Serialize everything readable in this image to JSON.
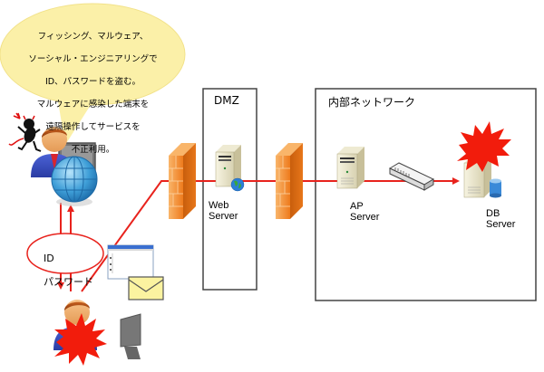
{
  "diagram": {
    "speech_bubble": {
      "text_lines": [
        "フィッシング、マルウェア、",
        "ソーシャル・エンジニアリングで",
        "ID、パスワードを盗む。",
        "マルウェアに感染した端末を",
        "遠隔操作してサービスを",
        "不正利用。"
      ],
      "fill_color": "#fbf0a8"
    },
    "zones": {
      "dmz": {
        "title": "DMZ"
      },
      "internal": {
        "title": "内部ネットワーク"
      }
    },
    "nodes": {
      "attacker": {
        "label": "",
        "icon": "devil-icon"
      },
      "attacker_pc_user": {
        "label": "",
        "icon": "user-at-computer-icon"
      },
      "internet": {
        "label": "",
        "icon": "globe-icon"
      },
      "victim_user": {
        "label": "",
        "icon": "user-at-computer-icon",
        "status": "compromised"
      },
      "firewall_outer": {
        "icon": "firewall-icon"
      },
      "web_server": {
        "label": "Web\nServer",
        "label_lines": [
          "Web",
          "Server"
        ],
        "icon": "server-icon"
      },
      "firewall_inner": {
        "icon": "firewall-icon"
      },
      "ap_server": {
        "label_lines": [
          "AP",
          "Server"
        ],
        "icon": "server-icon"
      },
      "switch": {
        "icon": "network-switch-icon"
      },
      "db_server": {
        "label_lines": [
          "DB",
          "Server"
        ],
        "icon": "database-server-icon",
        "status": "compromised"
      },
      "email_window": {
        "icon": "email-window-icon"
      },
      "envelope": {
        "icon": "envelope-icon"
      }
    },
    "credentials_ellipse": {
      "lines": [
        "ID",
        "パスワード"
      ]
    },
    "colors": {
      "connection": "#e8231d",
      "firewall": "#f08a2a",
      "burst": "#f21c0c",
      "zone_border": "#444444",
      "envelope": "#fbf3a0"
    }
  }
}
